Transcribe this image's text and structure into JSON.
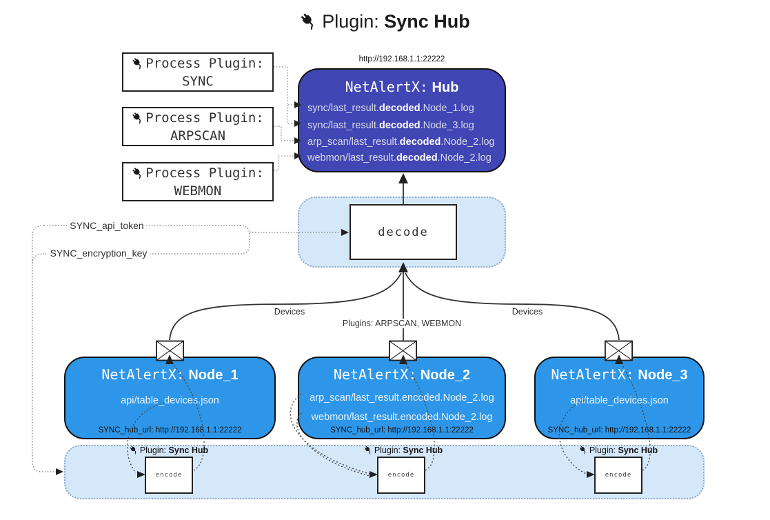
{
  "title": {
    "prefix": "Plugin:",
    "bold": "Sync Hub"
  },
  "colors": {
    "hub_fill": "#4046b4",
    "node_fill": "#2e96e8",
    "panel_fill": "#d5e8f9",
    "panel_border": "#8fa9c7",
    "line": "#333333"
  },
  "icons": {
    "title": "plug-icon",
    "process_plugin": "plug-icon",
    "band_label": "plug-icon",
    "node_message": "envelope-icon"
  },
  "process_plugins": [
    {
      "label": "Process Plugin:",
      "name": "SYNC"
    },
    {
      "label": "Process Plugin:",
      "name": "ARPSCAN"
    },
    {
      "label": "Process Plugin:",
      "name": "WEBMON"
    }
  ],
  "hub": {
    "url": "http://192.168.1.1:22222",
    "title_prefix": "NetAlertX:",
    "title_name": "Hub",
    "items": [
      {
        "pre": "sync/last_result.",
        "bold": "decoded",
        "post": ".Node_1.log"
      },
      {
        "pre": "sync/last_result.",
        "bold": "decoded",
        "post": ".Node_3.log"
      },
      {
        "pre": "arp_scan/last_result.",
        "bold": "decoded",
        "post": ".Node_2.log"
      },
      {
        "pre": "webmon/last_result.",
        "bold": "decoded",
        "post": ".Node_2.log"
      }
    ]
  },
  "decode": {
    "label": "decode"
  },
  "secrets": {
    "api_token": "SYNC_api_token",
    "encryption_key": "SYNC_encryption_key"
  },
  "edges": {
    "devices_left": "Devices",
    "center": "Plugins: ARPSCAN, WEBMON",
    "devices_right": "Devices"
  },
  "nodes": [
    {
      "title_prefix": "NetAlertX:",
      "title_name": "Node_1",
      "items": [
        "api/table_devices.json"
      ],
      "footer": "SYNC_hub_url: http://192.168.1.1:22222"
    },
    {
      "title_prefix": "NetAlertX:",
      "title_name": "Node_2",
      "items": [
        "arp_scan/last_result.encoded.Node_2.log",
        "webmon/last_result.encoded.Node_2.log"
      ],
      "footer": "SYNC_hub_url: http://192.168.1.1:22222"
    },
    {
      "title_prefix": "NetAlertX:",
      "title_name": "Node_3",
      "items": [
        "api/table_devices.json"
      ],
      "footer": "SYNC_hub_url: http://192.168.1.1:22222"
    }
  ],
  "band": {
    "plugin_prefix": "Plugin:",
    "plugin_bold": "Sync Hub",
    "encode_label": "encode"
  }
}
